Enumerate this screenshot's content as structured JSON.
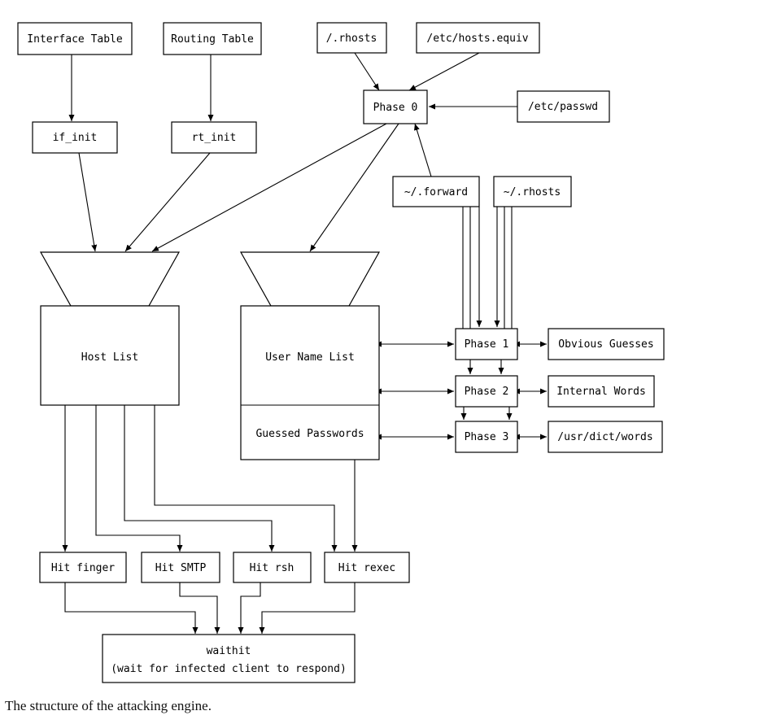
{
  "nodes": {
    "interface_table": "Interface Table",
    "routing_table": "Routing Table",
    "rhosts_root": "/.rhosts",
    "hosts_equiv": "/etc/hosts.equiv",
    "phase0": "Phase 0",
    "etc_passwd": "/etc/passwd",
    "if_init": "if_init",
    "rt_init": "rt_init",
    "forward": "~/.forward",
    "rhosts_user": "~/.rhosts",
    "host_list": "Host List",
    "user_name_list": "User Name List",
    "guessed_passwords": "Guessed Passwords",
    "phase1": "Phase 1",
    "phase2": "Phase 2",
    "phase3": "Phase 3",
    "obvious_guesses": "Obvious Guesses",
    "internal_words": "Internal Words",
    "usr_dict_words": "/usr/dict/words",
    "hit_finger": "Hit finger",
    "hit_smtp": "Hit SMTP",
    "hit_rsh": "Hit rsh",
    "hit_rexec": "Hit rexec",
    "waithit": "waithit",
    "waithit_note": "(wait for infected client to respond)"
  },
  "caption": "The structure of the attacking engine."
}
